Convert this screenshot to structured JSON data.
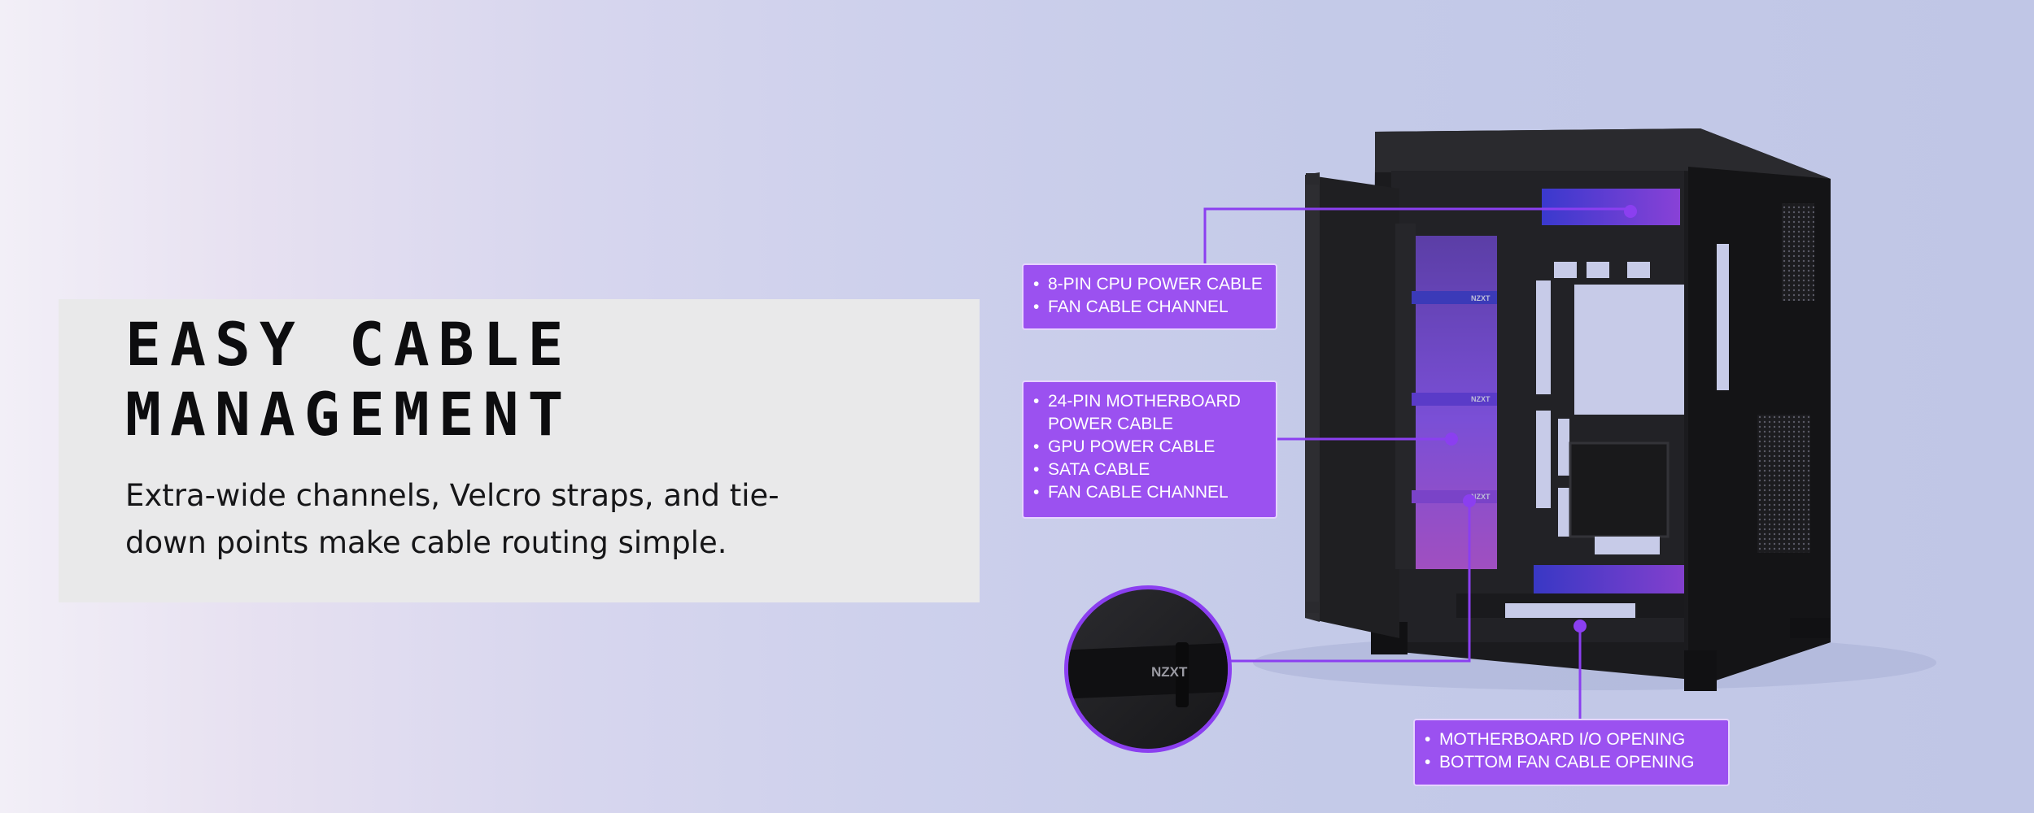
{
  "hero": {
    "title": "EASY CABLE\nMANAGEMENT",
    "description": "Extra-wide channels, Velcro straps, and tie-down points make cable routing simple."
  },
  "callouts": [
    {
      "items": [
        "8-PIN CPU POWER CABLE",
        "FAN CABLE CHANNEL"
      ]
    },
    {
      "items": [
        "24-PIN MOTHERBOARD POWER CABLE",
        "GPU POWER CABLE",
        "SATA CABLE",
        "FAN CABLE CHANNEL"
      ]
    },
    {
      "items": [
        "MOTHERBOARD I/O OPENING",
        "BOTTOM FAN CABLE OPENING"
      ]
    }
  ],
  "product": {
    "brand_mark": "NZXT",
    "accent_color": "#9b51f0",
    "case_color": "#1b1b1e"
  }
}
